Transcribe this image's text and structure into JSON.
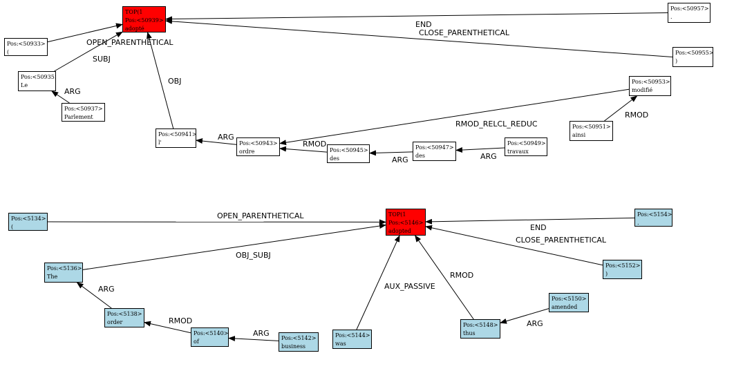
{
  "colors": {
    "plain": "#ffffff",
    "blue": "#add8e6",
    "root": "#ff0000",
    "line": "#000000"
  },
  "nodes": [
    {
      "id": "fr_root",
      "lines": [
        "TOP(1",
        "Pos:<50939>",
        "adopté"
      ],
      "style": "root"
    },
    {
      "id": "fr_50933",
      "lines": [
        "Pos:<50933>",
        "("
      ],
      "style": "plain"
    },
    {
      "id": "fr_50935",
      "lines": [
        "Pos:<50935>",
        "Le"
      ],
      "style": "plain"
    },
    {
      "id": "fr_50937",
      "lines": [
        "Pos:<50937>",
        "Parlement"
      ],
      "style": "plain"
    },
    {
      "id": "fr_50941",
      "lines": [
        "Pos:<50941>",
        "l'"
      ],
      "style": "plain"
    },
    {
      "id": "fr_50943",
      "lines": [
        "Pos:<50943>",
        "ordre"
      ],
      "style": "plain"
    },
    {
      "id": "fr_50945",
      "lines": [
        "Pos:<50945>",
        "des"
      ],
      "style": "plain"
    },
    {
      "id": "fr_50947",
      "lines": [
        "Pos:<50947>",
        "des"
      ],
      "style": "plain"
    },
    {
      "id": "fr_50949",
      "lines": [
        "Pos:<50949>",
        "travaux"
      ],
      "style": "plain"
    },
    {
      "id": "fr_50951",
      "lines": [
        "Pos:<50951>",
        "ainsi"
      ],
      "style": "plain"
    },
    {
      "id": "fr_50953",
      "lines": [
        "Pos:<50953>",
        "modifié"
      ],
      "style": "plain"
    },
    {
      "id": "fr_50955",
      "lines": [
        "Pos:<50955>",
        ")"
      ],
      "style": "plain"
    },
    {
      "id": "fr_50957",
      "lines": [
        "Pos:<50957>",
        "."
      ],
      "style": "plain"
    },
    {
      "id": "en_root",
      "lines": [
        "TOP(1",
        "Pos:<5146>",
        "adopted"
      ],
      "style": "root"
    },
    {
      "id": "en_5134",
      "lines": [
        "Pos:<5134>",
        "("
      ],
      "style": "blue"
    },
    {
      "id": "en_5136",
      "lines": [
        "Pos:<5136>",
        "The"
      ],
      "style": "blue"
    },
    {
      "id": "en_5138",
      "lines": [
        "Pos:<5138>",
        "order"
      ],
      "style": "blue"
    },
    {
      "id": "en_5140",
      "lines": [
        "Pos:<5140>",
        "of"
      ],
      "style": "blue"
    },
    {
      "id": "en_5142",
      "lines": [
        "Pos:<5142>",
        "business"
      ],
      "style": "blue"
    },
    {
      "id": "en_5144",
      "lines": [
        "Pos:<5144>",
        "was"
      ],
      "style": "blue"
    },
    {
      "id": "en_5148",
      "lines": [
        "Pos:<5148>",
        "thus"
      ],
      "style": "blue"
    },
    {
      "id": "en_5150",
      "lines": [
        "Pos:<5150>",
        "amended"
      ],
      "style": "blue"
    },
    {
      "id": "en_5152",
      "lines": [
        "Pos:<5152>",
        ")"
      ],
      "style": "blue"
    },
    {
      "id": "en_5154",
      "lines": [
        "Pos:<5154>",
        "."
      ],
      "style": "blue"
    }
  ],
  "edges": [
    {
      "from": "fr_50957",
      "to": "fr_root",
      "label": "END"
    },
    {
      "from": "fr_50955",
      "to": "fr_root",
      "label": "CLOSE_PARENTHETICAL"
    },
    {
      "from": "fr_50933",
      "to": "fr_root",
      "label": "OPEN_PARENTHETICAL"
    },
    {
      "from": "fr_50935",
      "to": "fr_root",
      "label": "SUBJ"
    },
    {
      "from": "fr_50937",
      "to": "fr_50935",
      "label": "ARG"
    },
    {
      "from": "fr_50941",
      "to": "fr_root",
      "label": "OBJ"
    },
    {
      "from": "fr_50943",
      "to": "fr_50941",
      "label": "ARG"
    },
    {
      "from": "fr_50953",
      "to": "fr_50943",
      "label": "RMOD_RELCL_REDUC"
    },
    {
      "from": "fr_50945",
      "to": "fr_50943",
      "label": "RMOD"
    },
    {
      "from": "fr_50947",
      "to": "fr_50945",
      "label": "ARG"
    },
    {
      "from": "fr_50949",
      "to": "fr_50947",
      "label": "ARG"
    },
    {
      "from": "fr_50951",
      "to": "fr_50953",
      "label": "RMOD"
    },
    {
      "from": "en_5134",
      "to": "en_root",
      "label": "OPEN_PARENTHETICAL"
    },
    {
      "from": "en_5136",
      "to": "en_root",
      "label": "OBJ_SUBJ"
    },
    {
      "from": "en_5138",
      "to": "en_5136",
      "label": "ARG"
    },
    {
      "from": "en_5140",
      "to": "en_5138",
      "label": "RMOD"
    },
    {
      "from": "en_5142",
      "to": "en_5140",
      "label": "ARG"
    },
    {
      "from": "en_5144",
      "to": "en_root",
      "label": "AUX_PASSIVE"
    },
    {
      "from": "en_5148",
      "to": "en_root",
      "label": "RMOD"
    },
    {
      "from": "en_5150",
      "to": "en_5148",
      "label": "ARG"
    },
    {
      "from": "en_5152",
      "to": "en_root",
      "label": "CLOSE_PARENTHETICAL"
    },
    {
      "from": "en_5154",
      "to": "en_root",
      "label": "END"
    }
  ]
}
